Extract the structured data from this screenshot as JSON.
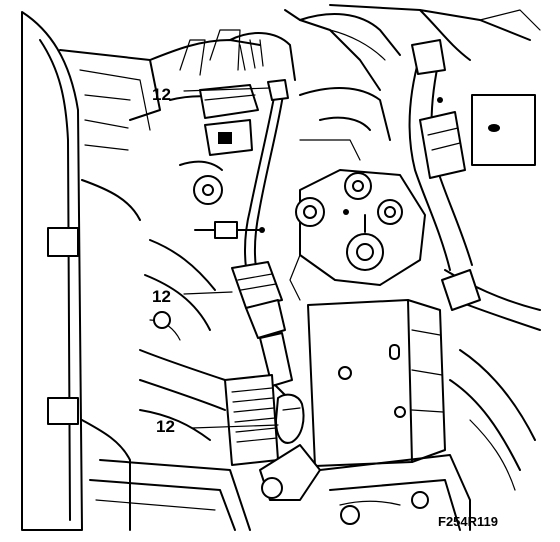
{
  "diagram": {
    "callouts": [
      {
        "id": "callout-1",
        "text": "12"
      },
      {
        "id": "callout-2",
        "text": "12"
      },
      {
        "id": "callout-3",
        "text": "12"
      }
    ],
    "figure_id": "F254R119"
  },
  "colors": {
    "ink": "#000000",
    "paper": "#ffffff"
  }
}
